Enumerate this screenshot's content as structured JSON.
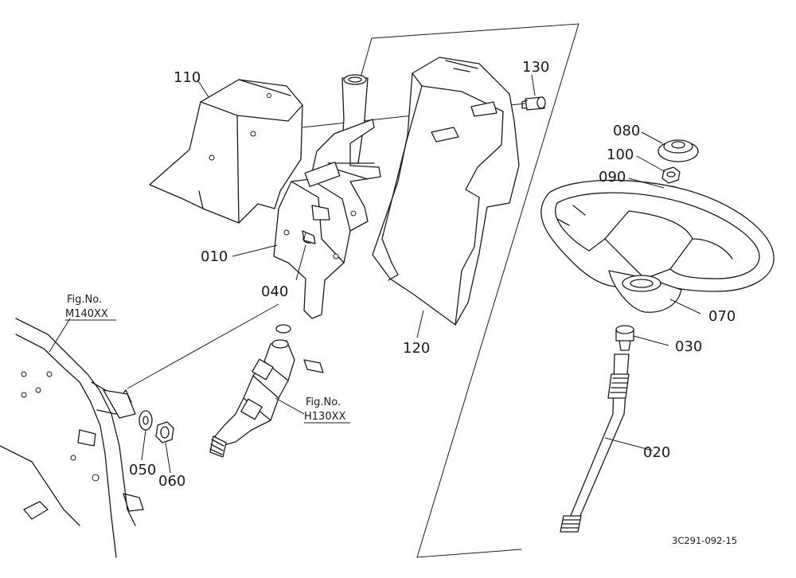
{
  "parts": [
    {
      "id": "p110",
      "number": "110",
      "name_hint": "column-cover-front"
    },
    {
      "id": "p130",
      "number": "130",
      "name_hint": "cover-screw"
    },
    {
      "id": "p080",
      "number": "080",
      "name_hint": "steering-wheel-cap"
    },
    {
      "id": "p100",
      "number": "100",
      "name_hint": "wheel-nut"
    },
    {
      "id": "p090",
      "number": "090",
      "name_hint": "wheel-washer"
    },
    {
      "id": "p010",
      "number": "010",
      "name_hint": "column-bracket"
    },
    {
      "id": "p040",
      "number": "040",
      "name_hint": "bracket-bolt"
    },
    {
      "id": "p070",
      "number": "070",
      "name_hint": "steering-wheel"
    },
    {
      "id": "p030",
      "number": "030",
      "name_hint": "shaft-bushing"
    },
    {
      "id": "p120",
      "number": "120",
      "name_hint": "column-cover-rear"
    },
    {
      "id": "p020",
      "number": "020",
      "name_hint": "steering-shaft"
    },
    {
      "id": "p050",
      "number": "050",
      "name_hint": "washer"
    },
    {
      "id": "p060",
      "number": "060",
      "name_hint": "nut"
    }
  ],
  "references": [
    {
      "id": "refM",
      "line1": "Fig.No.",
      "line2": "M140XX"
    },
    {
      "id": "refH",
      "line1": "Fig.No.",
      "line2": "H130XX"
    }
  ],
  "drawing_code": "3C291-092-15"
}
